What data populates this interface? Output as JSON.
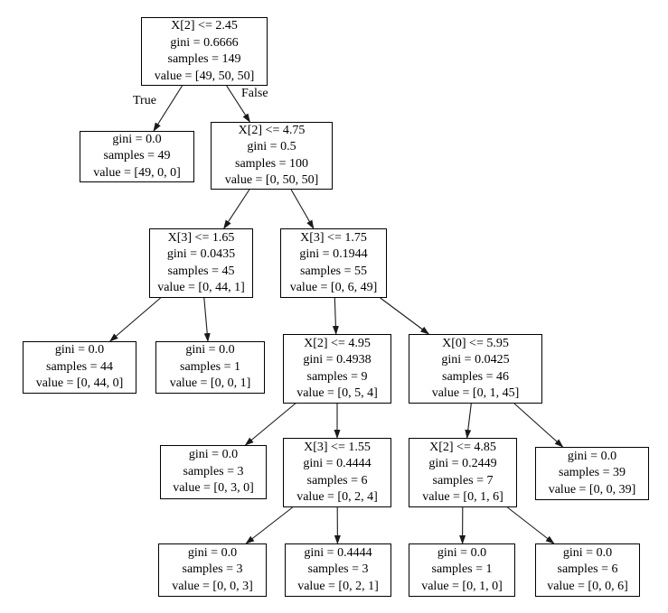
{
  "diagram": {
    "type": "decision-tree",
    "colors": {
      "background": "#ffffff",
      "node_border": "#000000",
      "node_fill": "#ffffff",
      "edge": "#1a1a1a",
      "text": "#000000"
    },
    "edge_labels": {
      "true_branch": "True",
      "false_branch": "False"
    },
    "nodes": [
      {
        "id": 0,
        "lines": [
          "X[2] <= 2.45",
          "gini = 0.6666",
          "samples = 149",
          "value = [49, 50, 50]"
        ]
      },
      {
        "id": 1,
        "lines": [
          "gini = 0.0",
          "samples = 49",
          "value = [49, 0, 0]"
        ]
      },
      {
        "id": 2,
        "lines": [
          "X[2] <= 4.75",
          "gini = 0.5",
          "samples = 100",
          "value = [0, 50, 50]"
        ]
      },
      {
        "id": 3,
        "lines": [
          "X[3] <= 1.65",
          "gini = 0.0435",
          "samples = 45",
          "value = [0, 44, 1]"
        ]
      },
      {
        "id": 4,
        "lines": [
          "X[3] <= 1.75",
          "gini = 0.1944",
          "samples = 55",
          "value = [0, 6, 49]"
        ]
      },
      {
        "id": 5,
        "lines": [
          "gini = 0.0",
          "samples = 44",
          "value = [0, 44, 0]"
        ]
      },
      {
        "id": 6,
        "lines": [
          "gini = 0.0",
          "samples = 1",
          "value = [0, 0, 1]"
        ]
      },
      {
        "id": 7,
        "lines": [
          "X[2] <= 4.95",
          "gini = 0.4938",
          "samples = 9",
          "value = [0, 5, 4]"
        ]
      },
      {
        "id": 8,
        "lines": [
          "X[0] <= 5.95",
          "gini = 0.0425",
          "samples = 46",
          "value = [0, 1, 45]"
        ]
      },
      {
        "id": 9,
        "lines": [
          "gini = 0.0",
          "samples = 3",
          "value = [0, 3, 0]"
        ]
      },
      {
        "id": 10,
        "lines": [
          "X[3] <= 1.55",
          "gini = 0.4444",
          "samples = 6",
          "value = [0, 2, 4]"
        ]
      },
      {
        "id": 11,
        "lines": [
          "X[2] <= 4.85",
          "gini = 0.2449",
          "samples = 7",
          "value = [0, 1, 6]"
        ]
      },
      {
        "id": 12,
        "lines": [
          "gini = 0.0",
          "samples = 39",
          "value = [0, 0, 39]"
        ]
      },
      {
        "id": 13,
        "lines": [
          "gini = 0.0",
          "samples = 3",
          "value = [0, 0, 3]"
        ]
      },
      {
        "id": 14,
        "lines": [
          "gini = 0.4444",
          "samples = 3",
          "value = [0, 2, 1]"
        ]
      },
      {
        "id": 15,
        "lines": [
          "gini = 0.0",
          "samples = 1",
          "value = [0, 1, 0]"
        ]
      },
      {
        "id": 16,
        "lines": [
          "gini = 0.0",
          "samples = 6",
          "value = [0, 0, 6]"
        ]
      }
    ],
    "edges": [
      {
        "from": 0,
        "to": 1,
        "label": "True"
      },
      {
        "from": 0,
        "to": 2,
        "label": "False"
      },
      {
        "from": 2,
        "to": 3
      },
      {
        "from": 2,
        "to": 4
      },
      {
        "from": 3,
        "to": 5
      },
      {
        "from": 3,
        "to": 6
      },
      {
        "from": 4,
        "to": 7
      },
      {
        "from": 4,
        "to": 8
      },
      {
        "from": 7,
        "to": 9
      },
      {
        "from": 7,
        "to": 10
      },
      {
        "from": 8,
        "to": 11
      },
      {
        "from": 8,
        "to": 12
      },
      {
        "from": 10,
        "to": 13
      },
      {
        "from": 10,
        "to": 14
      },
      {
        "from": 11,
        "to": 15
      },
      {
        "from": 11,
        "to": 16
      }
    ]
  }
}
